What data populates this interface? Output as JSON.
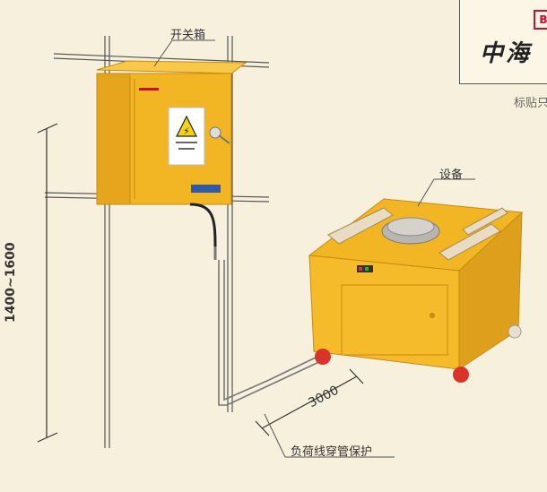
{
  "labels": {
    "switch_box": "开关箱",
    "equipment": "设备",
    "height_range": "1400~1600",
    "distance": "3000",
    "cable_protection": "负荷线穿管保护"
  },
  "logo": {
    "mark": "B",
    "text": "中海",
    "note": "标贴只"
  },
  "colors": {
    "background": "#f7f0dc",
    "box_yellow": "#f2b624",
    "box_edge": "#c98a12",
    "wheel_red": "#d9342b",
    "line": "#333333"
  },
  "icons": [
    "warning-sign-icon",
    "key-lock-icon"
  ]
}
